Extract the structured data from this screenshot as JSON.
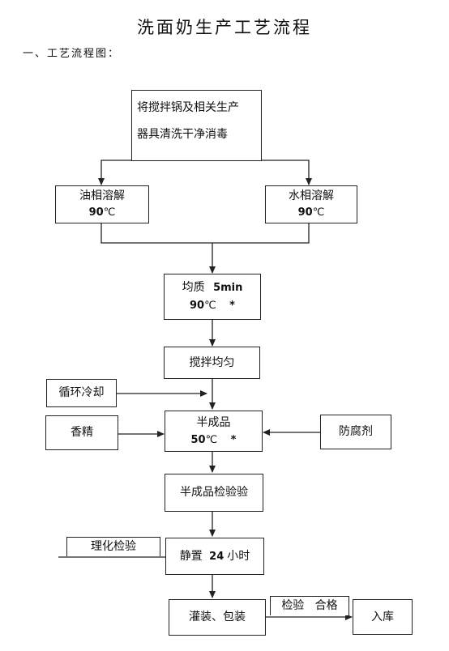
{
  "document": {
    "title": "洗面奶生产工艺流程",
    "subtitle": "一、工艺流程图："
  },
  "flow": {
    "clean": {
      "line1": "将搅拌锅及相关生产",
      "line2": "器具清洗干净消毒"
    },
    "oil": {
      "label": "油相溶解",
      "temp": "90",
      "unit": "℃"
    },
    "water": {
      "label": "水相溶解",
      "temp": "90",
      "unit": "℃"
    },
    "homogenize": {
      "label": "均质",
      "time": "5min",
      "temp": "90",
      "unit": "℃",
      "mark": "*"
    },
    "stir": {
      "label": "搅拌均匀"
    },
    "cooling": {
      "label": "循环冷却"
    },
    "fragrance": {
      "label": "香精"
    },
    "semi": {
      "label": "半成品",
      "temp": "50",
      "unit": "℃",
      "mark": "*"
    },
    "preservative": {
      "label": "防腐剂"
    },
    "semi_inspect": {
      "label": "半成品检验验"
    },
    "phys_chem": {
      "label": "理化检验"
    },
    "rest": {
      "label": "静置",
      "hours": "24",
      "unit": "小时"
    },
    "filling": {
      "label": "灌装、包装"
    },
    "qc_pass": {
      "label": "检验   合格"
    },
    "warehouse": {
      "label": "入库"
    }
  }
}
